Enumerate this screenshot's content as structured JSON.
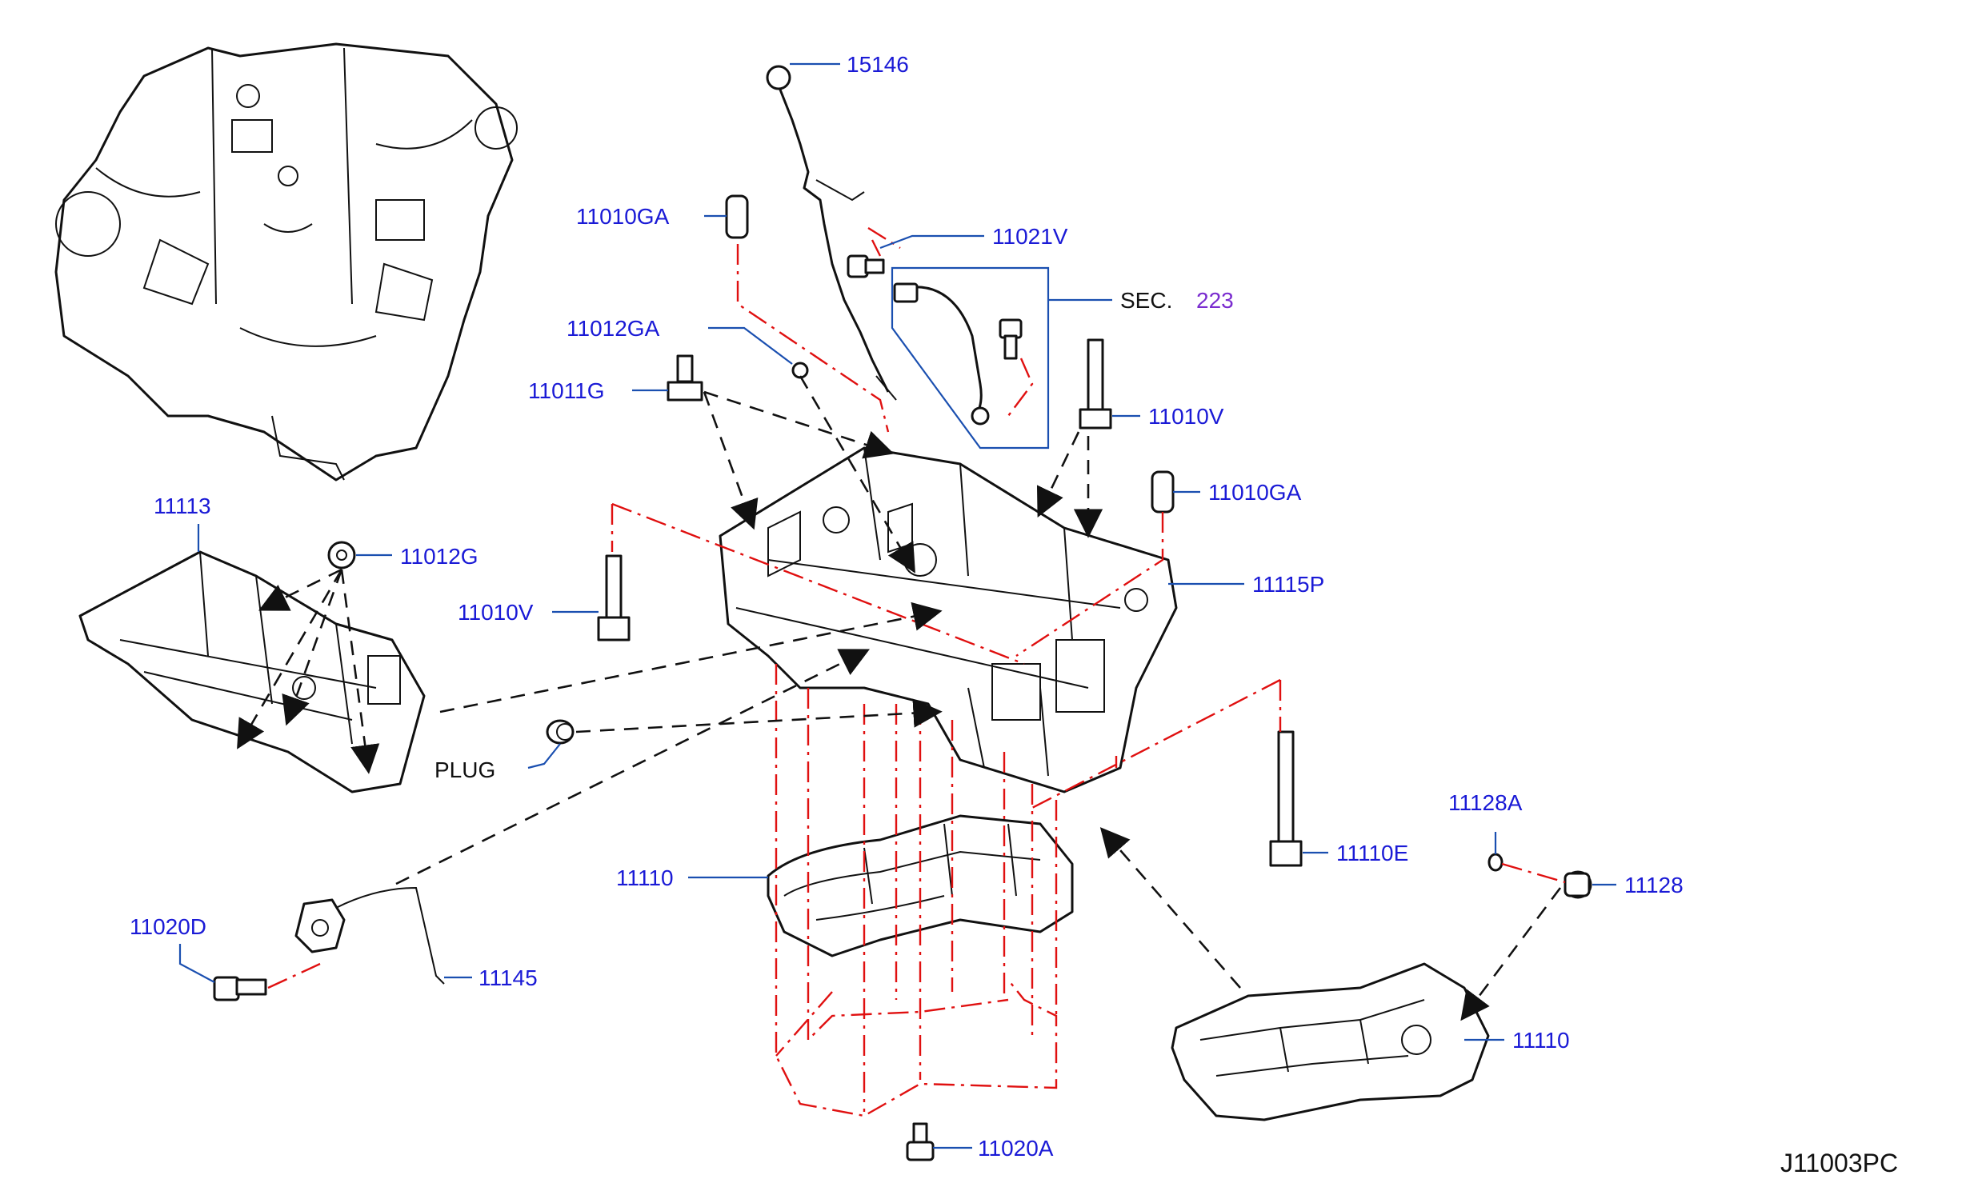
{
  "diagram_code": "J11003PC",
  "section_ref": {
    "prefix": "SEC.",
    "number": "223"
  },
  "labels": {
    "p15146": "15146",
    "p11010GA_top": "11010GA",
    "p11021V": "11021V",
    "p11012GA": "11012GA",
    "p11011G": "11011G",
    "p11010V_right": "11010V",
    "p11010GA_right": "11010GA",
    "p11113": "11113",
    "p11012G": "11012G",
    "p11010V_left": "11010V",
    "p11115P": "11115P",
    "plug": "PLUG",
    "p11128A": "11128A",
    "p11128": "11128",
    "p11110E": "11110E",
    "p11110_center": "11110",
    "p11110_right": "11110",
    "p11020D": "11020D",
    "p11145": "11145",
    "p11020A": "11020A"
  },
  "colors": {
    "part_number": "#1a1ad6",
    "leader": "#1a4fb0",
    "assembly_line": "#e01010",
    "section_number": "#7a2ccf",
    "linework": "#111111"
  }
}
